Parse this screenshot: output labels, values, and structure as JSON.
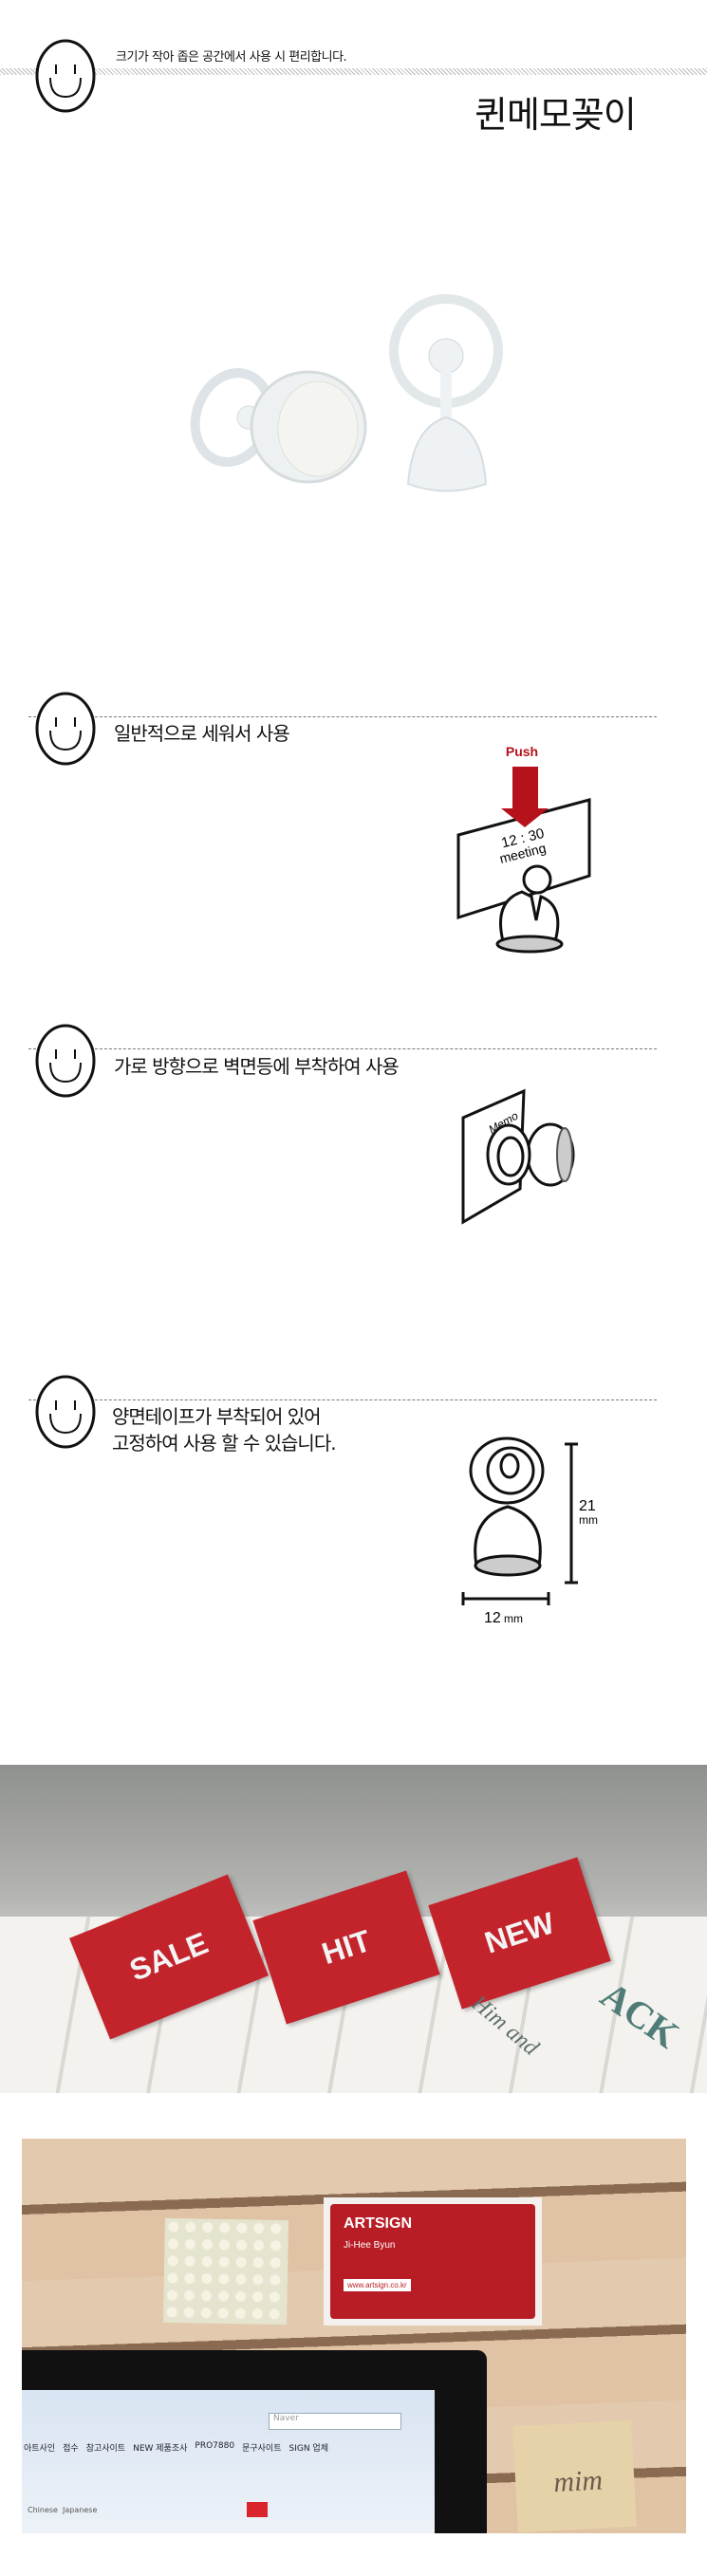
{
  "header": {
    "tagline": "크기가 작아 좁은 공간에서 사용 시 편리합니다.",
    "title": "퀸메모꽂이"
  },
  "sections": [
    {
      "text": "일반적으로 세워서 사용",
      "illustration": {
        "push_label": "Push",
        "card_time": "12 : 30",
        "card_text": "meeting"
      }
    },
    {
      "text": "가로 방향으로 벽면등에 부착하여 사용",
      "illustration": {
        "memo_label": "Memo"
      }
    },
    {
      "text_line1": "양면테이프가 부착되어 있어",
      "text_line2": "고정하여 사용 할 수 있습니다.",
      "illustration": {
        "height_value": "21",
        "height_unit": "mm",
        "width_value": "12",
        "width_unit": "mm"
      }
    }
  ],
  "photo1": {
    "tags": [
      "SALE",
      "HIT",
      "NEW"
    ],
    "box_text": "ACK",
    "script_text": "Him and"
  },
  "photo2": {
    "card_brand": "ARTSIGN",
    "card_name": "Ji-Hee Byun",
    "card_url": "www.artsign.co.kr",
    "bookmarks": [
      "아트사인",
      "접수",
      "참고사이트",
      "NEW 제품조사",
      "PRO7880",
      "문구사이트",
      "SIGN 업체"
    ],
    "search_placeholder": "Naver",
    "lang_links": "Chinese  Japanese",
    "block_text": "mim"
  },
  "colors": {
    "accent_red": "#c3242c",
    "push_red": "#b5121b"
  }
}
